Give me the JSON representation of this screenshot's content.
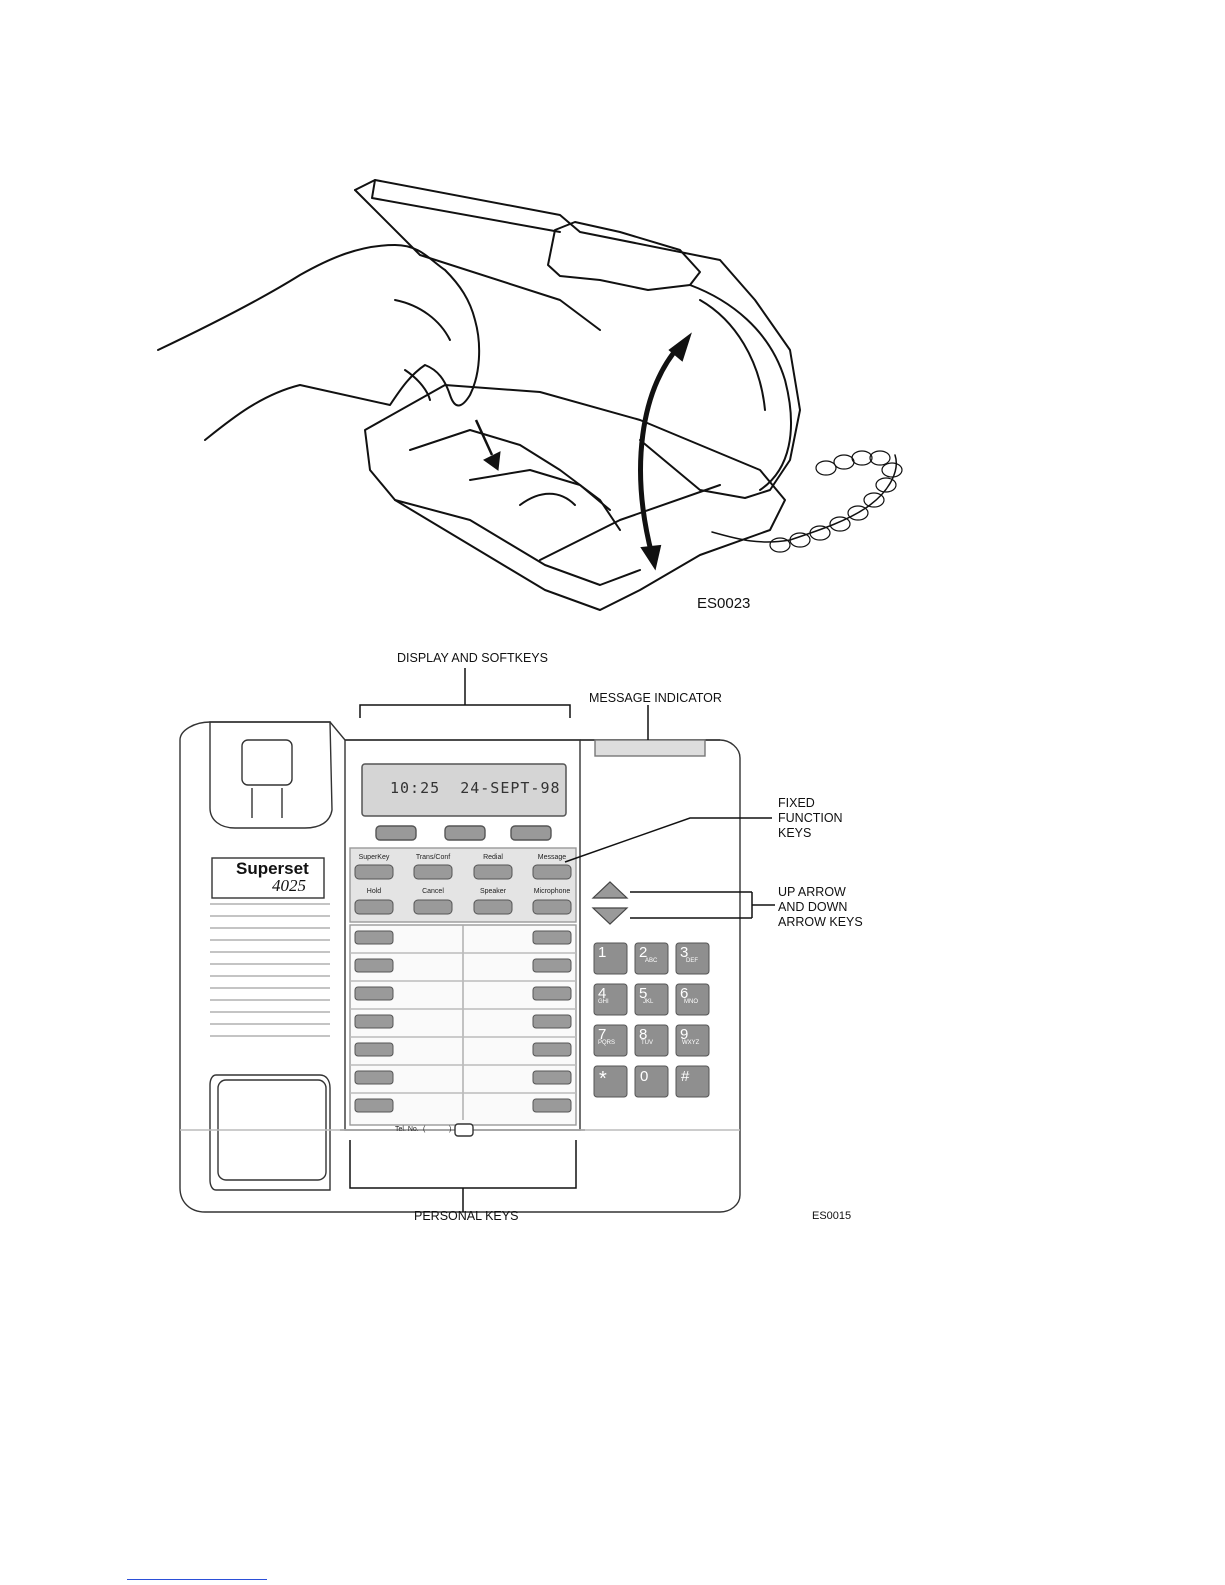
{
  "figure1": {
    "code": "ES0023"
  },
  "figure2": {
    "code": "ES0015",
    "callouts": {
      "display_softkeys": "DISPLAY AND SOFTKEYS",
      "message_indicator": "MESSAGE INDICATOR",
      "fixed_function": [
        "FIXED",
        "FUNCTION",
        "KEYS"
      ],
      "arrow_keys": [
        "UP ARROW",
        "AND DOWN",
        "ARROW KEYS"
      ],
      "personal_keys": "PERSONAL KEYS"
    },
    "display_text": "10:25  24-SEPT-98",
    "brand": "Superset",
    "model": "4025",
    "function_keys_row1": [
      "SuperKey",
      "Trans/Conf",
      "Redial",
      "Message"
    ],
    "function_keys_row2": [
      "Hold",
      "Cancel",
      "Speaker",
      "Microphone"
    ],
    "dialpad": [
      {
        "num": "1",
        "letters": ""
      },
      {
        "num": "2",
        "letters": "ABC"
      },
      {
        "num": "3",
        "letters": "DEF"
      },
      {
        "num": "4",
        "letters": "GHI"
      },
      {
        "num": "5",
        "letters": "JKL"
      },
      {
        "num": "6",
        "letters": "MNO"
      },
      {
        "num": "7",
        "letters": "PQRS"
      },
      {
        "num": "8",
        "letters": "TUV"
      },
      {
        "num": "9",
        "letters": "WXYZ"
      },
      {
        "num": "*",
        "letters": ""
      },
      {
        "num": "0",
        "letters": ""
      },
      {
        "num": "#",
        "letters": ""
      }
    ],
    "tel_label": "Tel. No.",
    "tel_paren_open": "(",
    "tel_paren_close": ")"
  }
}
